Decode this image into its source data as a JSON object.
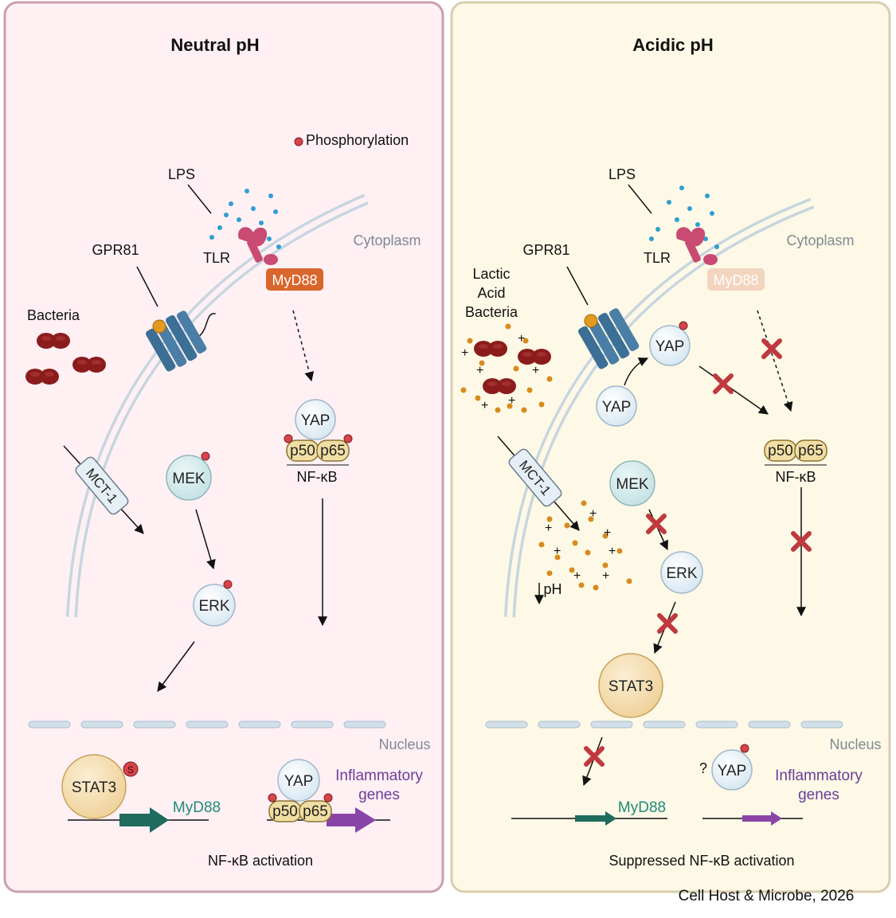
{
  "panels": {
    "left": {
      "title": "Neutral pH",
      "cytoplasm": "Cytoplasm",
      "nucleus": "Nucleus",
      "bacteria": "Bacteria",
      "gpr81": "GPR81",
      "lps": "LPS",
      "tlr": "TLR",
      "myd88": "MyD88",
      "mct1": "MCT-1",
      "mek": "MEK",
      "erk": "ERK",
      "yap": "YAP",
      "p50": "p50",
      "p65": "p65",
      "nfkb": "NF-κB",
      "stat3": "STAT3",
      "s_badge": "S",
      "gene_myd88": "MyD88",
      "gene_inflam_1": "Inflammatory",
      "gene_inflam_2": "genes",
      "caption": "NF-κB activation",
      "legend_phospho": "Phosphorylation"
    },
    "right": {
      "title": "Acidic pH",
      "cytoplasm": "Cytoplasm",
      "nucleus": "Nucleus",
      "lab_1": "Lactic",
      "lab_2": "Acid",
      "lab_3": "Bacteria",
      "gpr81": "GPR81",
      "lps": "LPS",
      "tlr": "TLR",
      "myd88": "MyD88",
      "mct1": "MCT-1",
      "mek": "MEK",
      "erk": "ERK",
      "yap_top": "YAP",
      "yap_bottom": "YAP",
      "p50": "p50",
      "p65": "p65",
      "nfkb": "NF-κB",
      "stat3": "STAT3",
      "ph": "pH",
      "question": "?",
      "yap_nucleus": "YAP",
      "gene_myd88": "MyD88",
      "gene_inflam_1": "Inflammatory",
      "gene_inflam_2": "genes",
      "caption": "Suppressed NF-κB activation"
    }
  },
  "citation": "Cell Host & Microbe, 2026",
  "colors": {
    "left_bg": "#fff0f4",
    "left_border": "#c9a0ae",
    "right_bg": "#fdf9e6",
    "right_border": "#d8ceae",
    "membrane": "#c7d6df",
    "receptor": "#3c6f96",
    "tlr": "#c94a72",
    "myd88": "#d9662d",
    "phospho": "#d8434a",
    "bacteria": "#8b1c1c",
    "lactate": "#d98a1d",
    "lps": "#2f9fd0",
    "gene_teal": "#1f6b5e",
    "gene_purple": "#8a44a8",
    "inhibit": "#c0393f"
  }
}
